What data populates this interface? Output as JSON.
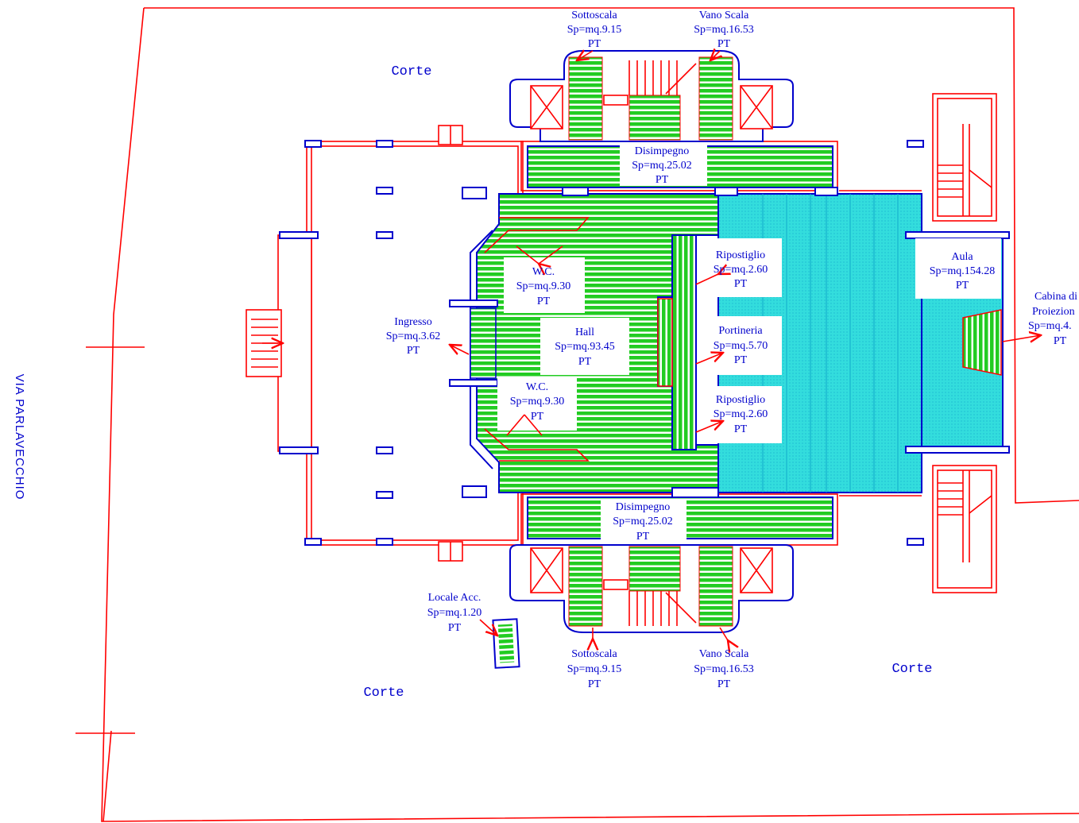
{
  "drawing": {
    "street_label": "VIA PARLAVECCHIO",
    "courtyards": [
      "Corte",
      "Corte",
      "Corte"
    ],
    "colors": {
      "boundary": "#ff0000",
      "walls": "#0000cc",
      "surface_area": "#22cc22",
      "aula_area": "#33dddd",
      "text": "#0000cc"
    }
  },
  "rooms": [
    {
      "name": "Sottoscala",
      "area": "Sp=mq.9.15",
      "floor": "PT"
    },
    {
      "name": "Vano Scala",
      "area": "Sp=mq.16.53",
      "floor": "PT"
    },
    {
      "name": "Disimpegno",
      "area": "Sp=mq.25.02",
      "floor": "PT"
    },
    {
      "name": "Ripostiglio",
      "area": "Sp=mq.2.60",
      "floor": "PT"
    },
    {
      "name": "Aula",
      "area": "Sp=mq.154.28",
      "floor": "PT"
    },
    {
      "name": "W.C.",
      "area": "Sp=mq.9.30",
      "floor": "PT"
    },
    {
      "name": "Ingresso",
      "area": "Sp=mq.3.62",
      "floor": "PT"
    },
    {
      "name": "Hall",
      "area": "Sp=mq.93.45",
      "floor": "PT"
    },
    {
      "name": "Portineria",
      "area": "Sp=mq.5.70",
      "floor": "PT"
    },
    {
      "name": "Cabina di",
      "name2": "Proiezion",
      "area": "Sp=mq.4.",
      "floor": "PT"
    },
    {
      "name": "W.C.",
      "area": "Sp=mq.9.30",
      "floor": "PT"
    },
    {
      "name": "Ripostiglio",
      "area": "Sp=mq.2.60",
      "floor": "PT"
    },
    {
      "name": "Disimpegno",
      "area": "Sp=mq.25.02",
      "floor": "PT"
    },
    {
      "name": "Locale Acc.",
      "area": "Sp=mq.1.20",
      "floor": "PT"
    },
    {
      "name": "Sottoscala",
      "area": "Sp=mq.9.15",
      "floor": "PT"
    },
    {
      "name": "Vano Scala",
      "area": "Sp=mq.16.53",
      "floor": "PT"
    }
  ]
}
